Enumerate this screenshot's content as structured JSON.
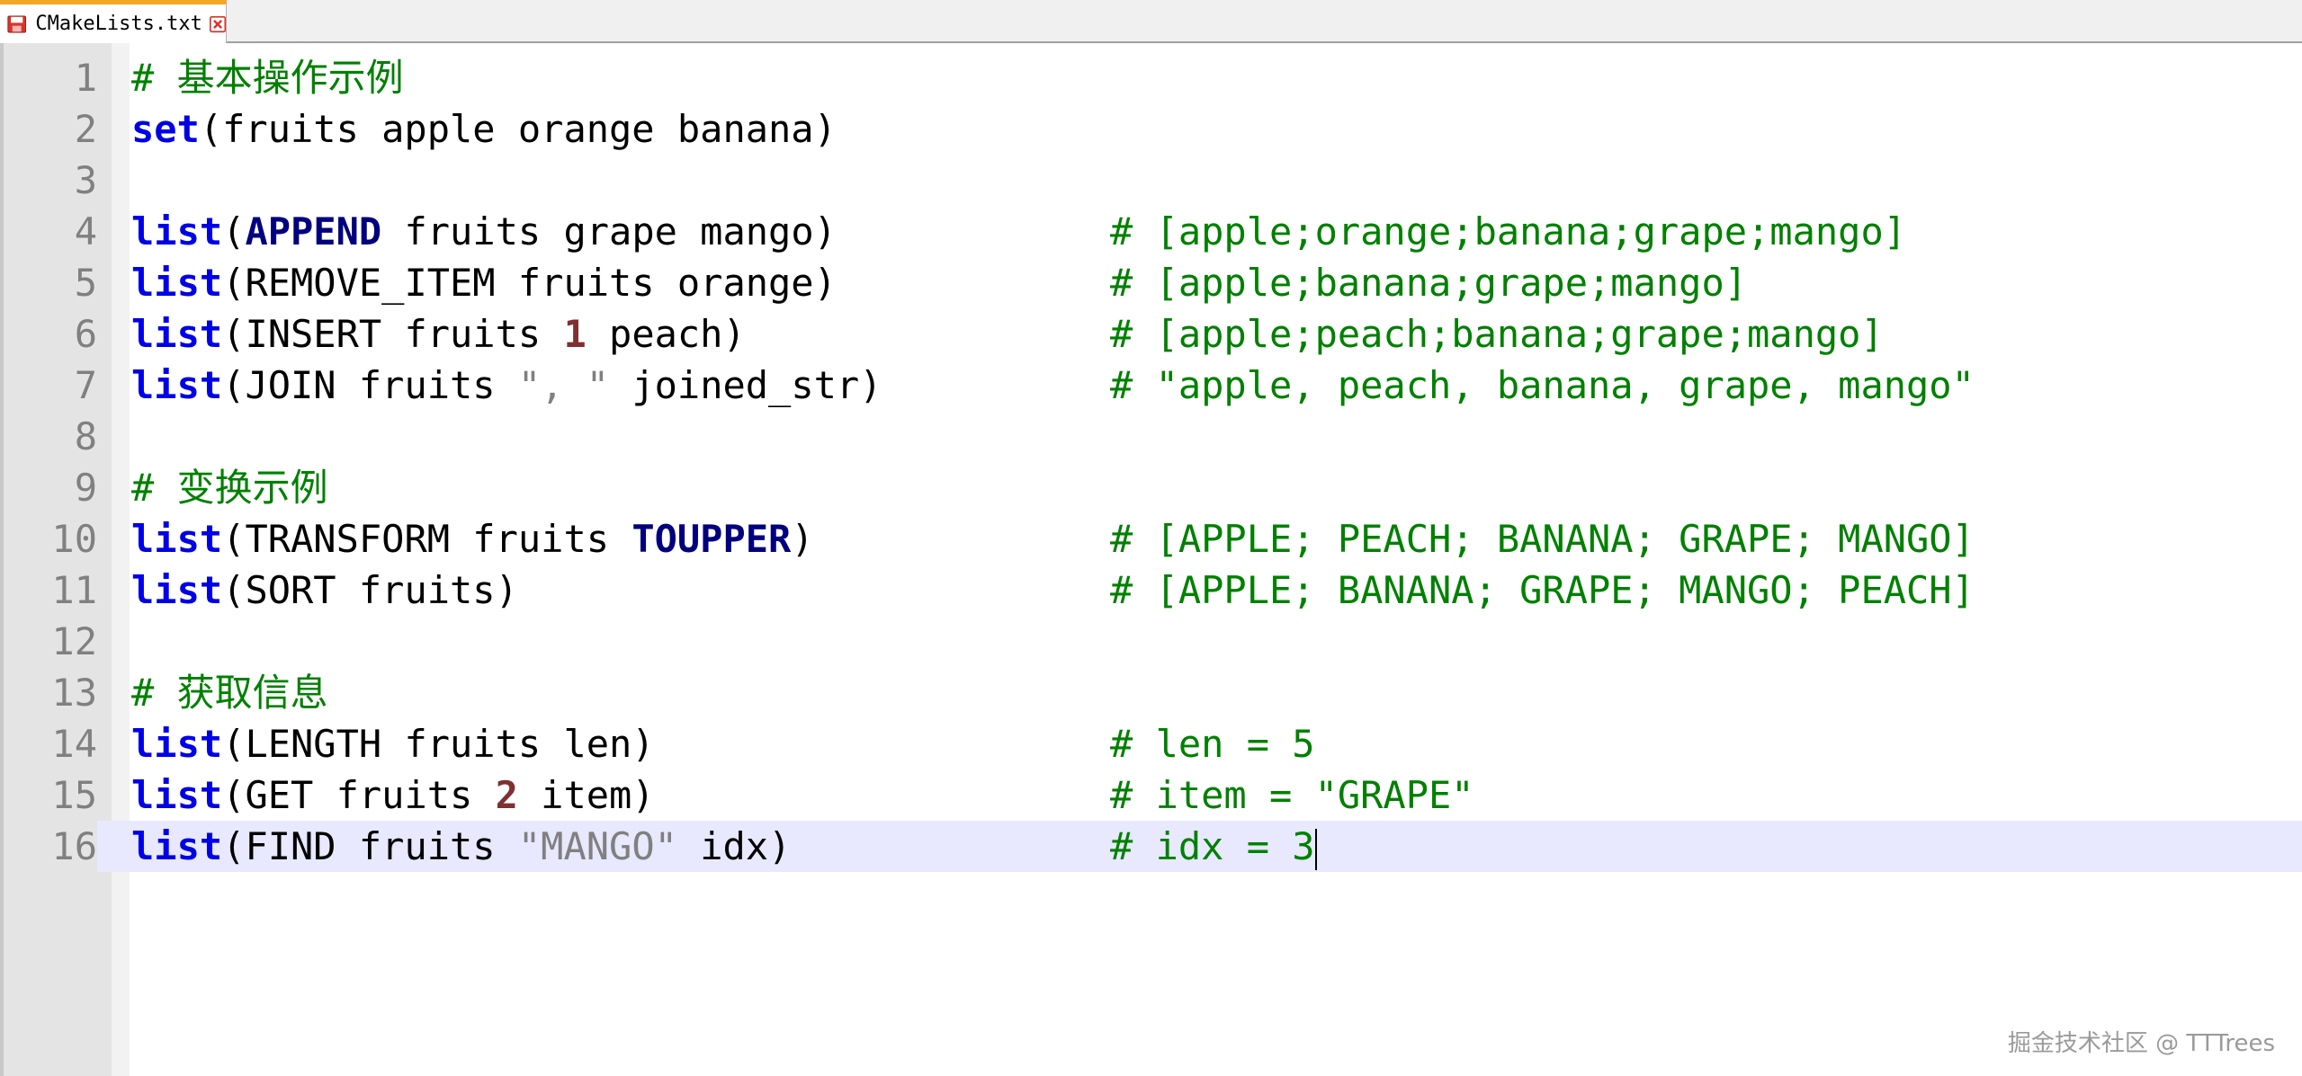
{
  "tab": {
    "filename": "CMakeLists.txt",
    "icon": "save-icon",
    "close_icon": "close-icon"
  },
  "colors": {
    "keyword": "#0000e6",
    "comment": "#008000",
    "number": "#7f3030",
    "string": "#808080",
    "current_line": "#e8e8ff",
    "tab_accent": "#f5a623"
  },
  "editor": {
    "lines": [
      {
        "n": "1",
        "segs": [
          {
            "t": "# ",
            "c": "cmt"
          },
          {
            "t": "基本操作示例",
            "c": "cmt cjk"
          }
        ],
        "cmt": ""
      },
      {
        "n": "2",
        "segs": [
          {
            "t": "set",
            "c": "kw"
          },
          {
            "t": "(fruits apple orange banana)",
            "c": ""
          }
        ],
        "cmt": ""
      },
      {
        "n": "3",
        "segs": [],
        "cmt": ""
      },
      {
        "n": "4",
        "segs": [
          {
            "t": "list",
            "c": "kw"
          },
          {
            "t": "(",
            "c": ""
          },
          {
            "t": "APPEND",
            "c": "kw2"
          },
          {
            "t": " fruits grape mango)",
            "c": ""
          }
        ],
        "cmt": "# [apple;orange;banana;grape;mango]"
      },
      {
        "n": "5",
        "segs": [
          {
            "t": "list",
            "c": "kw"
          },
          {
            "t": "(REMOVE_ITEM fruits orange)",
            "c": ""
          }
        ],
        "cmt": "# [apple;banana;grape;mango]"
      },
      {
        "n": "6",
        "segs": [
          {
            "t": "list",
            "c": "kw"
          },
          {
            "t": "(INSERT fruits ",
            "c": ""
          },
          {
            "t": "1",
            "c": "num"
          },
          {
            "t": " peach)",
            "c": ""
          }
        ],
        "cmt": "# [apple;peach;banana;grape;mango]"
      },
      {
        "n": "7",
        "segs": [
          {
            "t": "list",
            "c": "kw"
          },
          {
            "t": "(JOIN fruits ",
            "c": ""
          },
          {
            "t": "\", \"",
            "c": "str"
          },
          {
            "t": " joined_str)",
            "c": ""
          }
        ],
        "cmt": "# \"apple, peach, banana, grape, mango\""
      },
      {
        "n": "8",
        "segs": [],
        "cmt": ""
      },
      {
        "n": "9",
        "segs": [
          {
            "t": "# ",
            "c": "cmt"
          },
          {
            "t": "变换示例",
            "c": "cmt cjk"
          }
        ],
        "cmt": ""
      },
      {
        "n": "10",
        "segs": [
          {
            "t": "list",
            "c": "kw"
          },
          {
            "t": "(TRANSFORM fruits ",
            "c": ""
          },
          {
            "t": "TOUPPER",
            "c": "kw2"
          },
          {
            "t": ")",
            "c": ""
          }
        ],
        "cmt": "# [APPLE; PEACH; BANANA; GRAPE; MANGO]"
      },
      {
        "n": "11",
        "segs": [
          {
            "t": "list",
            "c": "kw"
          },
          {
            "t": "(SORT fruits)",
            "c": ""
          }
        ],
        "cmt": "# [APPLE; BANANA; GRAPE; MANGO; PEACH]"
      },
      {
        "n": "12",
        "segs": [],
        "cmt": ""
      },
      {
        "n": "13",
        "segs": [
          {
            "t": "# ",
            "c": "cmt"
          },
          {
            "t": "获取信息",
            "c": "cmt cjk"
          }
        ],
        "cmt": ""
      },
      {
        "n": "14",
        "segs": [
          {
            "t": "list",
            "c": "kw"
          },
          {
            "t": "(LENGTH fruits len)",
            "c": ""
          }
        ],
        "cmt": "# len = 5"
      },
      {
        "n": "15",
        "segs": [
          {
            "t": "list",
            "c": "kw"
          },
          {
            "t": "(GET fruits ",
            "c": ""
          },
          {
            "t": "2",
            "c": "num"
          },
          {
            "t": " item)",
            "c": ""
          }
        ],
        "cmt": "# item = \"GRAPE\""
      },
      {
        "n": "16",
        "segs": [
          {
            "t": "list",
            "c": "kw"
          },
          {
            "t": "(FIND fruits ",
            "c": ""
          },
          {
            "t": "\"MANGO\"",
            "c": "str"
          },
          {
            "t": " idx)",
            "c": ""
          }
        ],
        "cmt": "# idx = 3",
        "current": true
      }
    ]
  },
  "watermark": "掘金技术社区 @ TTTrees"
}
